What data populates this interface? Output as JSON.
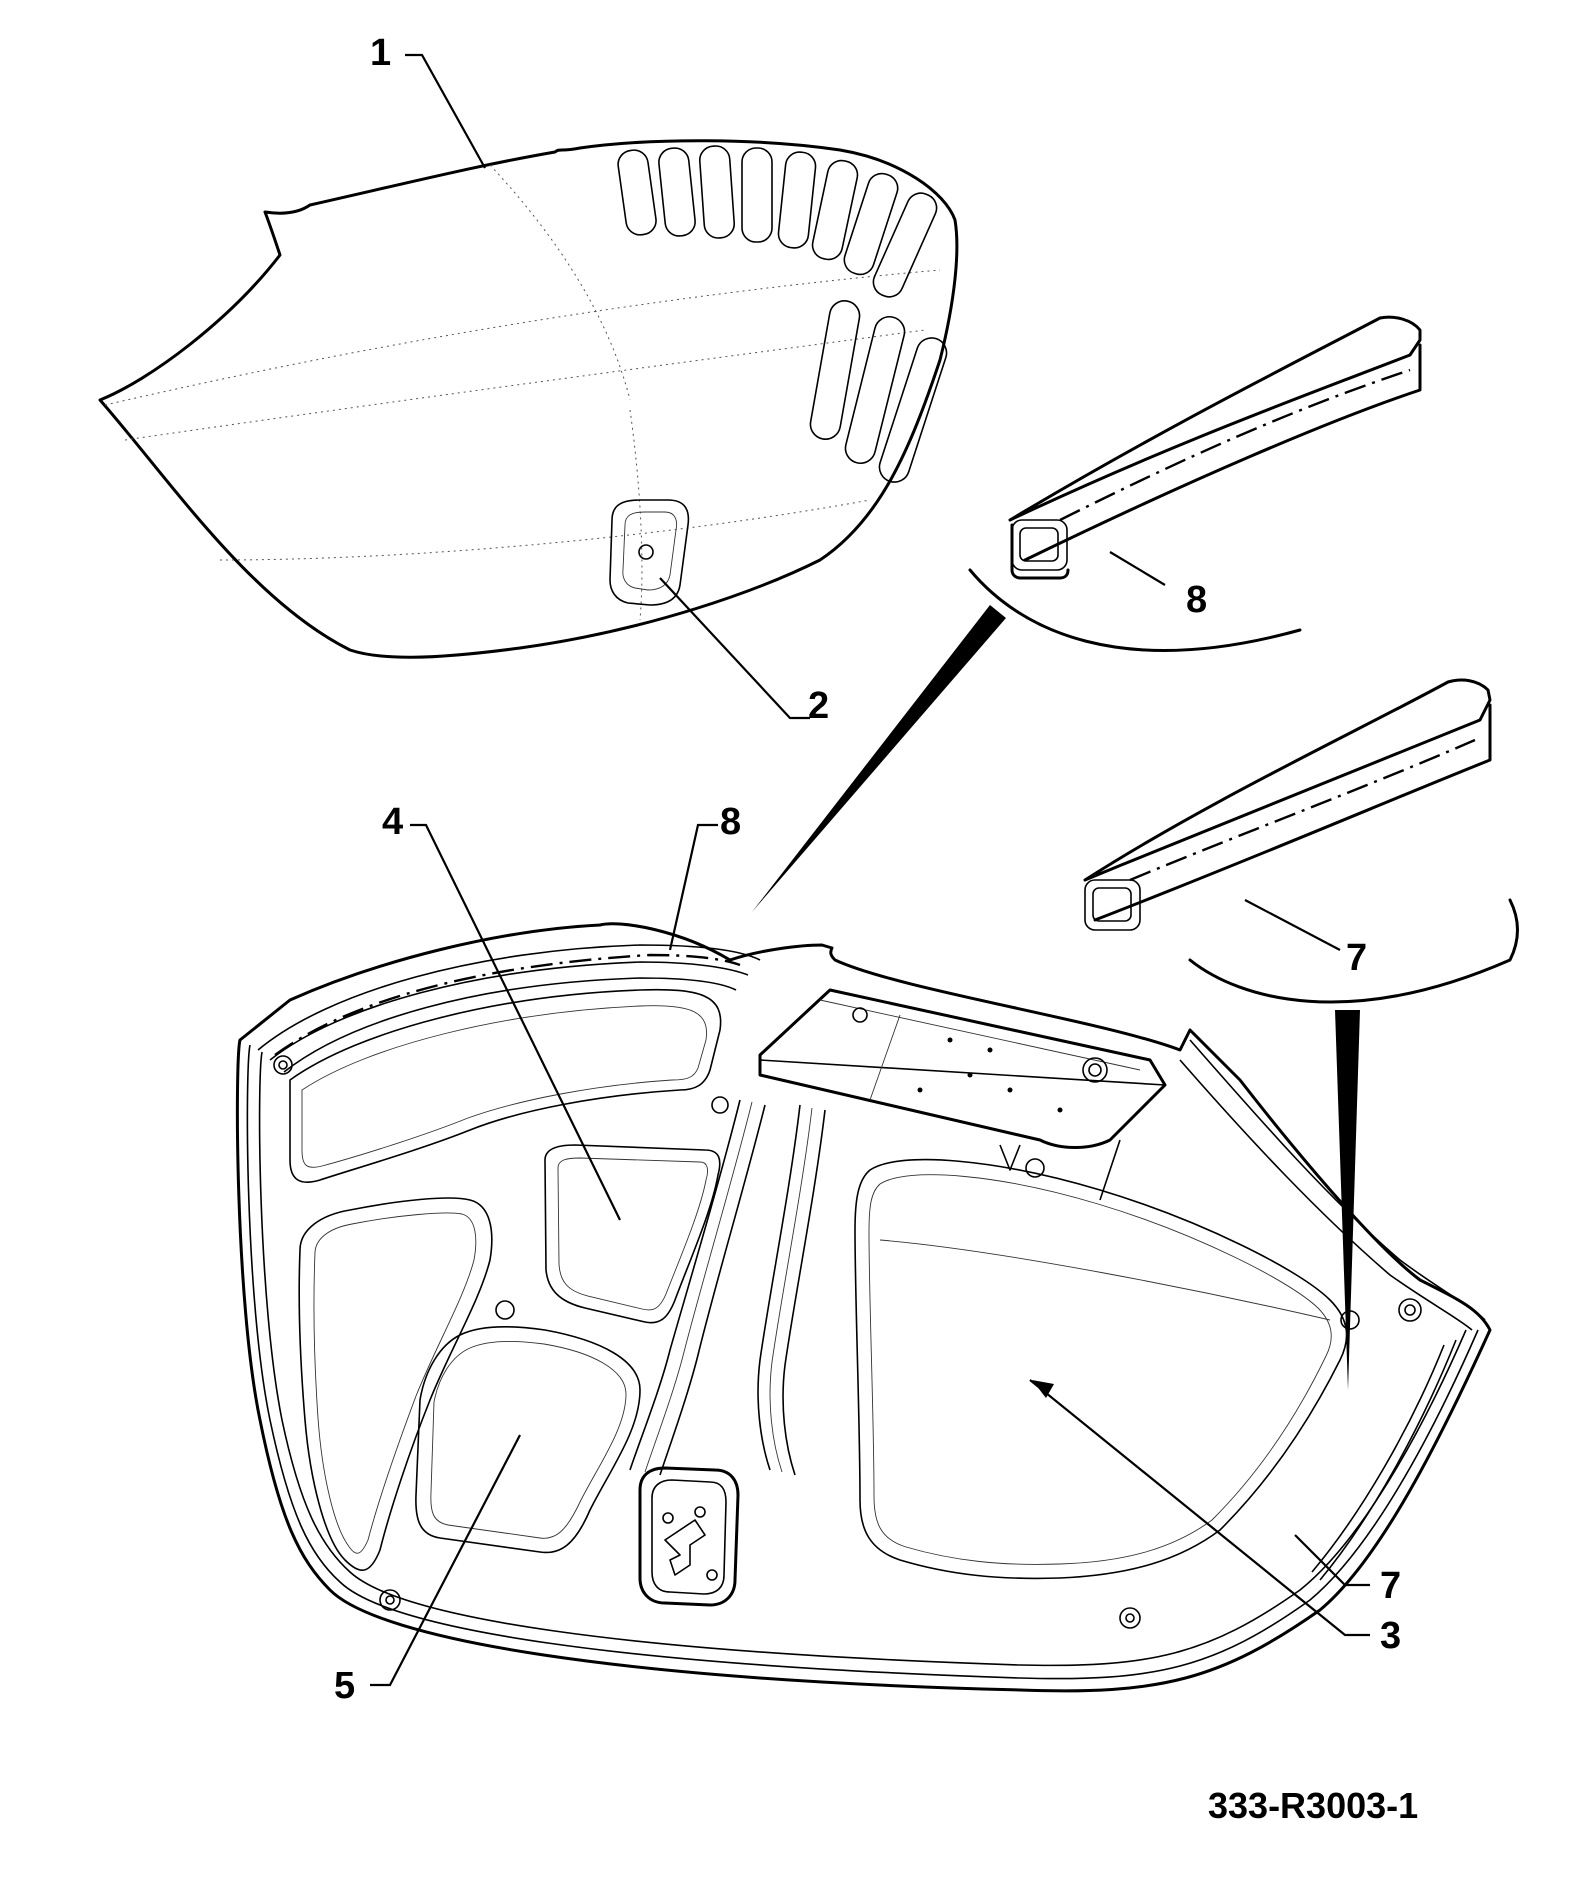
{
  "callouts": [
    {
      "id": "c1",
      "label": "1"
    },
    {
      "id": "c2",
      "label": "2"
    },
    {
      "id": "c3",
      "label": "3"
    },
    {
      "id": "c4",
      "label": "4"
    },
    {
      "id": "c5",
      "label": "5"
    },
    {
      "id": "c7a",
      "label": "7"
    },
    {
      "id": "c7b",
      "label": "7"
    },
    {
      "id": "c8a",
      "label": "8"
    },
    {
      "id": "c8b",
      "label": "8"
    }
  ],
  "drawing_number": "333-R3003-1"
}
